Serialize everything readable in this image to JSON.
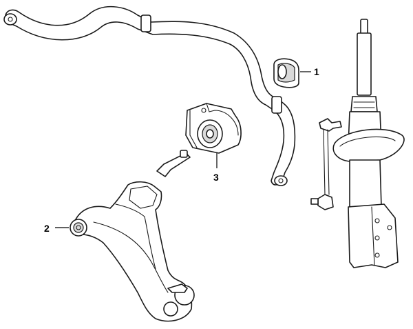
{
  "callouts": [
    {
      "label": "1",
      "part": "stabilizer-bar-bushing"
    },
    {
      "label": "2",
      "part": "lower-arm-bushing"
    },
    {
      "label": "3",
      "part": "lower-arm-rear-bushing"
    }
  ],
  "colors": {
    "line": "#1a1a1a",
    "fill": "#ffffff",
    "shade": "#d9d9d9"
  }
}
